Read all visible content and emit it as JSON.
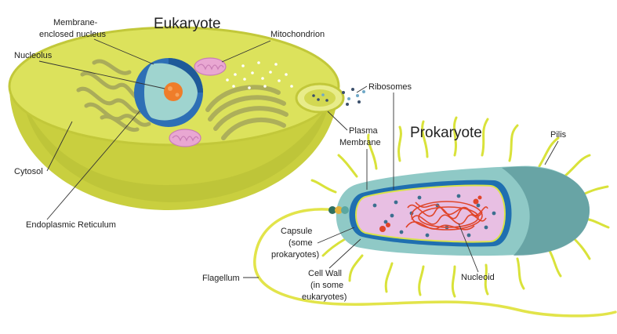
{
  "titles": {
    "eukaryote": "Eukaryote",
    "prokaryote": "Prokaryote"
  },
  "labels": {
    "membrane_nucleus_line1": "Membrane-",
    "membrane_nucleus_line2": "enclosed nucleus",
    "nucleolus": "Nucleolus",
    "mitochondrion": "Mitochondrion",
    "ribosomes": "Ribosomes",
    "plasma_membrane_line1": "Plasma",
    "plasma_membrane_line2": "Membrane",
    "cytosol": "Cytosol",
    "endoplasmic_reticulum": "Endoplasmic Reticulum",
    "pilis": "Pilis",
    "capsule_line1": "Capsule",
    "capsule_line2": "(some",
    "capsule_line3": "prokaryotes)",
    "flagellum": "Flagellum",
    "cell_wall_line1": "Cell Wall",
    "cell_wall_line2": "(in some",
    "cell_wall_line3": "eukaryotes)",
    "nucleoid": "Nucleoid"
  },
  "colors": {
    "eukaryote_cytoplasm": "#dce25c",
    "eukaryote_rim": "#c5cb3c",
    "nucleus": "#2e6fb5",
    "nucleus_inner": "#9fd4cf",
    "nucleolus": "#ef7d2a",
    "mitochondrion": "#e9a7d2",
    "er": "#9a9a5a",
    "prokaryote_capsule": "#8fc9c6",
    "prokaryote_wall": "#1f6fb0",
    "prokaryote_cytoplasm": "#e8bfe3",
    "nucleoid": "#e0452a",
    "pili": "#d9e23a"
  }
}
